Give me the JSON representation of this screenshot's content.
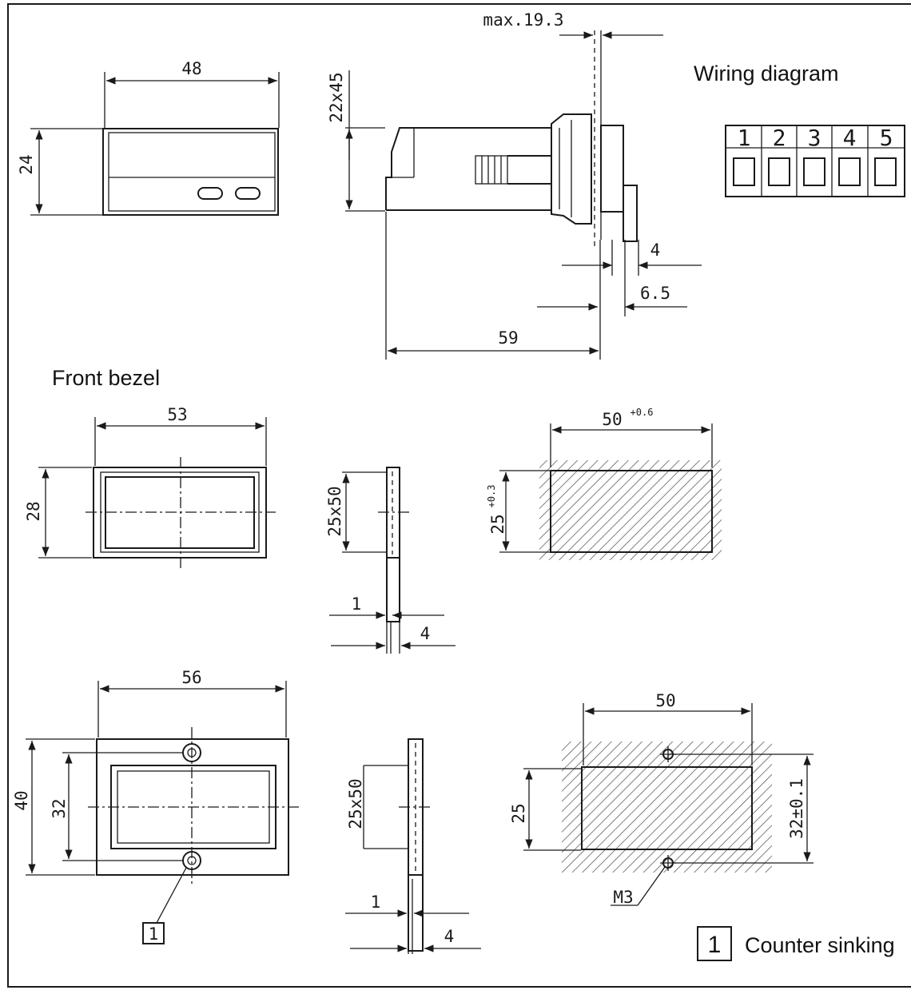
{
  "labels": {
    "wiring": "Wiring diagram",
    "bezel": "Front bezel",
    "legend_num": "1",
    "legend_text": "Counter sinking",
    "ref_num": "1",
    "screw": "M3"
  },
  "terminals": [
    "1",
    "2",
    "3",
    "4",
    "5"
  ],
  "dims": {
    "top_w": "48",
    "top_h": "24",
    "side_max": "max.19.3",
    "side_cut": "22x45",
    "side_4": "4",
    "side_65": "6.5",
    "side_59": "59",
    "b1_w": "53",
    "b1_h": "28",
    "b1_side": "25x50",
    "b1_t1": "1",
    "b1_t4": "4",
    "c1_w": "50",
    "c1_w_tol": "+0.6",
    "c1_h": "25",
    "c1_h_tol": "+0.3",
    "b2_w": "56",
    "b2_h": "40",
    "b2_hi": "32",
    "b2_side": "25x50",
    "b2_t1": "1",
    "b2_t4": "4",
    "c2_w": "50",
    "c2_h": "25",
    "c2_hole": "32±0.1"
  }
}
